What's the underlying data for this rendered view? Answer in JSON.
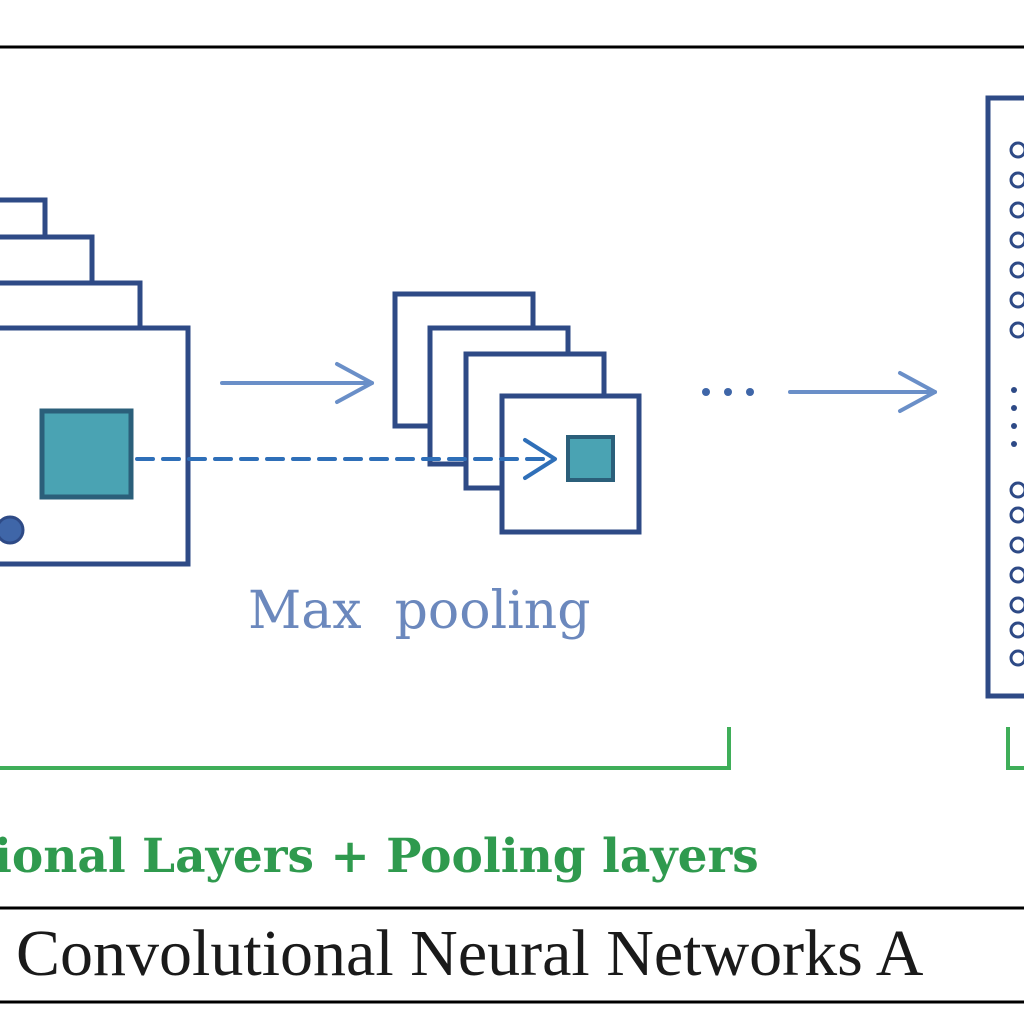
{
  "labels": {
    "max_pooling": "Max  pooling",
    "layers_section": "ional Layers + Pooling layers",
    "caption": "Convolutional Neural Networks A"
  },
  "colors": {
    "frame_line": "#000000",
    "box_stroke": "#2e4a86",
    "teal_fill": "#4aa3b3",
    "teal_stroke": "#2b5f7a",
    "arrow": "#6a8fc8",
    "dashed_arrow": "#2f6fb8",
    "node_dot": "#3f66a8",
    "pool_text": "#6b88bd",
    "bracket": "#3fae59",
    "section_text": "#2f9a4e",
    "caption_text": "#1a1a1a"
  },
  "icons": {
    "flow_arrow": "right-arrow-icon",
    "continuation": "ellipsis-icon"
  }
}
